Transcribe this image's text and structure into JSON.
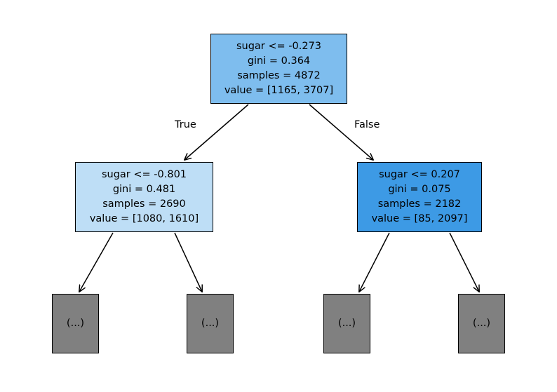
{
  "chart_data": {
    "type": "diagram",
    "title": "",
    "nodes": [
      {
        "id": "root",
        "feature": "sugar",
        "threshold": -0.273,
        "condition": "sugar <= -0.273",
        "gini_text": "gini = 0.364",
        "gini": 0.364,
        "samples_text": "samples = 4872",
        "samples": 4872,
        "value_text": "value = [1165, 3707]",
        "value": [
          1165,
          3707
        ],
        "fill": "#7ebdee"
      },
      {
        "id": "left",
        "feature": "sugar",
        "threshold": -0.801,
        "condition": "sugar <= -0.801",
        "gini_text": "gini = 0.481",
        "gini": 0.481,
        "samples_text": "samples = 2690",
        "samples": 2690,
        "value_text": "value = [1080, 1610]",
        "value": [
          1080,
          1610
        ],
        "fill": "#bedef6"
      },
      {
        "id": "right",
        "feature": "sugar",
        "threshold": 0.207,
        "condition": "sugar <= 0.207",
        "gini_text": "gini = 0.075",
        "gini": 0.075,
        "samples_text": "samples = 2182",
        "samples": 2182,
        "value_text": "value = [85, 2097]",
        "value": [
          85,
          2097
        ],
        "fill": "#3d9ae5"
      }
    ],
    "leaves": [
      {
        "id": "leaf-0",
        "label": "(...)",
        "fill": "#808080"
      },
      {
        "id": "leaf-1",
        "label": "(...)",
        "fill": "#808080"
      },
      {
        "id": "leaf-2",
        "label": "(...)",
        "fill": "#808080"
      },
      {
        "id": "leaf-3",
        "label": "(...)",
        "fill": "#808080"
      }
    ],
    "edges": [
      {
        "from": "root",
        "to": "left",
        "label": "True"
      },
      {
        "from": "root",
        "to": "right",
        "label": "False"
      },
      {
        "from": "left",
        "to": "leaf-0",
        "label": ""
      },
      {
        "from": "left",
        "to": "leaf-1",
        "label": ""
      },
      {
        "from": "right",
        "to": "leaf-2",
        "label": ""
      },
      {
        "from": "right",
        "to": "leaf-3",
        "label": ""
      }
    ],
    "edge_color": "#000000",
    "background": "#ffffff"
  },
  "tree": {
    "root": {
      "condition": "sugar <= -0.273",
      "gini": "gini = 0.364",
      "samples": "samples = 4872",
      "value": "value = [1165, 3707]"
    },
    "left": {
      "condition": "sugar <= -0.801",
      "gini": "gini = 0.481",
      "samples": "samples = 2690",
      "value": "value = [1080, 1610]"
    },
    "right": {
      "condition": "sugar <= 0.207",
      "gini": "gini = 0.075",
      "samples": "samples = 2182",
      "value": "value = [85, 2097]"
    },
    "leaves": [
      {
        "label": "(...)"
      },
      {
        "label": "(...)"
      },
      {
        "label": "(...)"
      },
      {
        "label": "(...)"
      }
    ],
    "labels": {
      "true": "True",
      "false": "False"
    }
  }
}
